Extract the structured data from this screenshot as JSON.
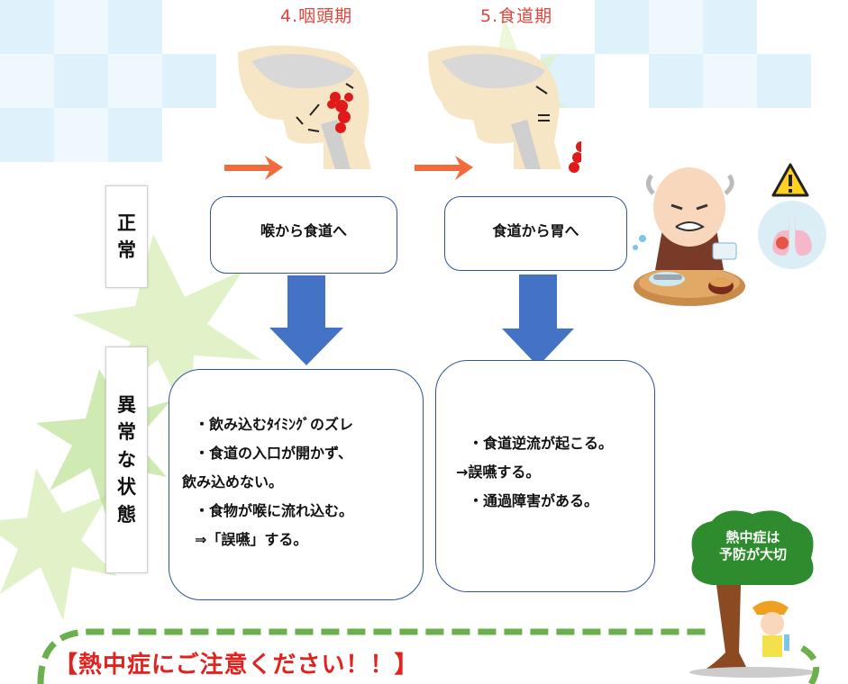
{
  "stages": {
    "pharyngeal_title": "4.咽頭期",
    "esophageal_title": "5.食道期"
  },
  "side_labels": {
    "normal": [
      "正",
      "常"
    ],
    "abnormal": [
      "異",
      "常",
      "な",
      "状",
      "態"
    ]
  },
  "normal": {
    "pharyngeal": "喉から食道へ",
    "esophageal": "食道から胃へ"
  },
  "abnormal": {
    "pharyngeal_lines": [
      "・飲み込むﾀｲﾐﾝｸﾞのズレ",
      "・食道の入口が開かず、",
      "飲み込めない。",
      "・食物が喉に流れ込む。",
      "⇒「誤嚥」する。"
    ],
    "esophageal_lines": [
      "・食道逆流が起こる。",
      "→誤嚥する。",
      "・通過障害がある。"
    ]
  },
  "heatstroke_badge": "熱中症は\n予防が大切",
  "notice_title": "【熱中症にご注意ください！！】",
  "colors": {
    "title_red": "#e0443c",
    "box_border": "#2f5597",
    "arrow_blue": "#4472c4",
    "dash_green": "#6ab04c",
    "notice_red": "#e0231f"
  },
  "icons": [
    "warning-icon",
    "lung-icon",
    "elderly-choking-illustration",
    "tree-mascot-illustration",
    "throat-anatomy-illustration"
  ]
}
